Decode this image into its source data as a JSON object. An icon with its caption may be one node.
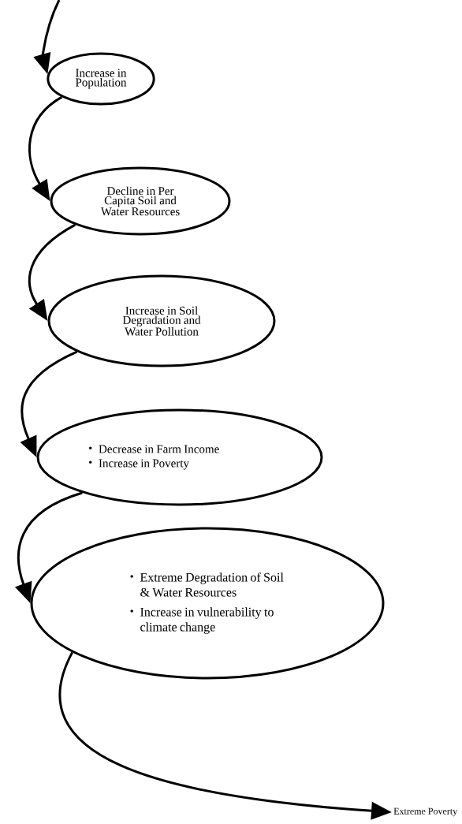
{
  "diagram": {
    "nodes": [
      {
        "text": [
          "Increase in Population"
        ]
      },
      {
        "text": [
          "Decline in Per Capita Soil and Water Resources"
        ]
      },
      {
        "text": [
          "Increase in Soil Degradation and Water Pollution"
        ]
      },
      {
        "text": [
          "Decrease in Farm Income",
          "Increase in Poverty"
        ]
      },
      {
        "text": [
          "Extreme Degradation of Soil & Water Resources",
          "Increase in vulnerability to climate change"
        ]
      },
      {
        "text": [
          "Extreme Poverty"
        ]
      }
    ],
    "edges": [
      {
        "from": null,
        "to": 0,
        "arrow": "to"
      },
      {
        "from": 0,
        "to": 1,
        "arrow": "to"
      },
      {
        "from": 1,
        "to": 2,
        "arrow": "to"
      },
      {
        "from": 2,
        "to": 3,
        "arrow": "to"
      },
      {
        "from": 3,
        "to": 4,
        "arrow": "to"
      },
      {
        "from": 4,
        "to": 5,
        "arrow": "to"
      }
    ]
  }
}
